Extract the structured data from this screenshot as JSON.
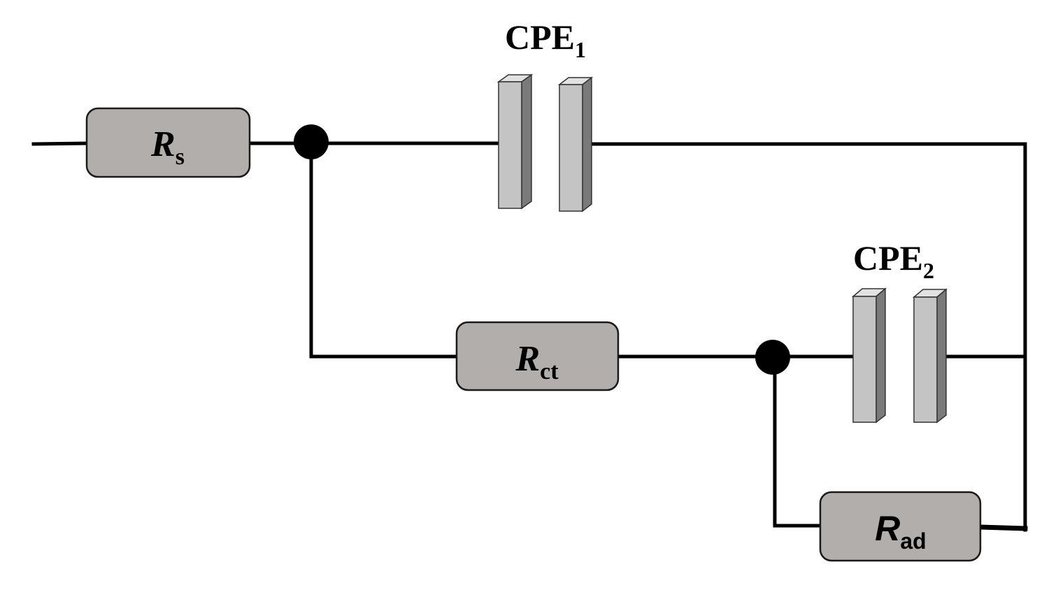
{
  "components": {
    "rs": {
      "symbol": "R",
      "subscript": "s"
    },
    "rct": {
      "symbol": "R",
      "subscript": "ct"
    },
    "rad": {
      "symbol": "R",
      "subscript": "ad"
    },
    "cpe1": {
      "symbol": "CPE",
      "subscript": "1"
    },
    "cpe2": {
      "symbol": "CPE",
      "subscript": "2"
    }
  },
  "colors": {
    "wire": "#000000",
    "resistor_fill": "#b1aeac",
    "plate_face": "#c4c4c4",
    "plate_shade": "#7a7a7a"
  }
}
